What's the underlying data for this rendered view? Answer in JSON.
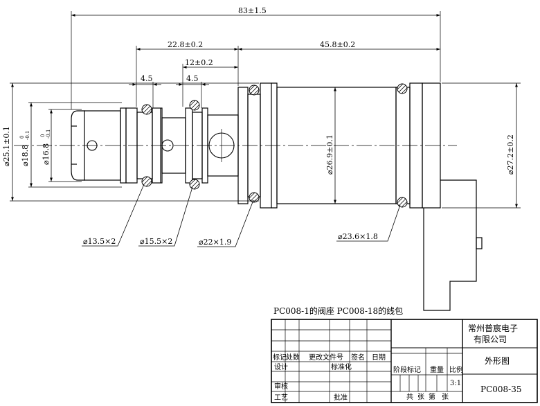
{
  "dimensions": {
    "overall_length": "83±1.5",
    "left_section": "22.8±0.2",
    "right_section": "45.8±0.2",
    "groove_spacing": "12±0.2",
    "groove_width_1": "4.5",
    "groove_width_2": "4.5",
    "dia_25_1": "⌀25.1±0.1",
    "dia_18_8": "⌀18.8",
    "dia_18_8_tol_upper": "0",
    "dia_18_8_tol_lower": "-0.1",
    "dia_16_8": "⌀16.8",
    "dia_16_8_tol_upper": "0",
    "dia_16_8_tol_lower": "-0.1",
    "dia_26_9": "⌀26.9±0.1",
    "dia_27_2": "⌀27.2±0.2"
  },
  "oring_callouts": [
    "⌀13.5×2",
    "⌀15.5×2",
    "⌀22×1.9",
    "⌀23.6×1.8"
  ],
  "note": "PC008-1的阀座 PC008-18的线包",
  "title_block": {
    "company_line1": "常州普宸电子",
    "company_line2": "有限公司",
    "part_name": "外形图",
    "drawing_number": "PC008-35",
    "scale": "3:1",
    "labels": {
      "mark": "标记",
      "count": "处数",
      "change_doc": "更改文件号",
      "signature": "签名",
      "date": "日期",
      "design": "设计",
      "standardize": "标准化",
      "review": "审核",
      "process": "工艺",
      "approve": "批准",
      "stage_mark": "阶段标记",
      "weight": "重量",
      "ratio": "比例",
      "total": "共",
      "sheets": "张",
      "number": "第",
      "sheet": "张"
    }
  }
}
